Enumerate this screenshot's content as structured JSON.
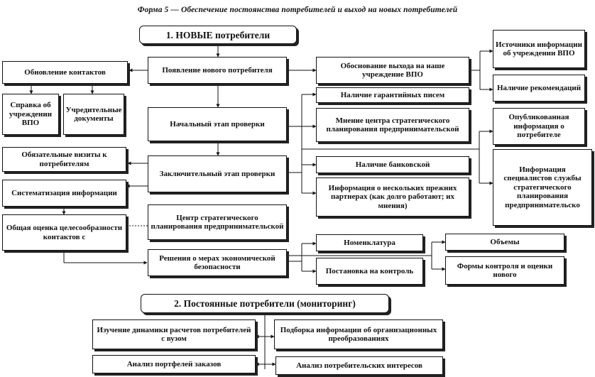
{
  "title": "Форма 5 — Обеспечение постоянства потребителей  и выход на новых потребителей",
  "boxes": {
    "new": "1. НОВЫЕ  потребители",
    "appearance": "Появление нового потребителя",
    "update_contacts": "Обновление контактов",
    "justification": "Обоснование выхода на наше учреждение ВПО",
    "sources": "Источники информации  об учреждении ВПО",
    "recommendations": "Наличие рекомендаций",
    "reference": "Справка об учреждении ВПО",
    "founding_docs": "Учредительные документы",
    "guarantee_letters": "Наличие гарантийных писем",
    "strategic_center_opinion": "Мнение центра стратегического планирования предпринимательской",
    "initial_check": "Начальный этап проверки",
    "published_info": "Опубликованная информация о потребителе",
    "specialists_info": "Информация специалистов службы стратегического планирования предпринимательско",
    "mandatory_visits": "Обязательные визиты к потребителям",
    "bank_presence": "Наличие банковской",
    "final_check": "Заключительный этап проверки",
    "systematization": "Систематизация информации",
    "partners_info": "Информация  о нескольких прежних  партнерах (как долго работают; их мнения)",
    "overall_assessment": "Общая оценка целесообразности контактов с",
    "strategic_center": "Центр стратегического планирования предпринимательской",
    "nomenclature": "Номенклатура",
    "volumes": "Объемы",
    "security_decision": "Решения о мерах экономической безопасности",
    "control_setup": "Постановка на контроль",
    "control_forms": "Формы контроля и оценки нового",
    "permanent": "2. Постоянные потребители (мониторинг)",
    "settlement_dynamics": "Изучение динамики расчетов потребителей с вузом",
    "org_changes": "Подборка информации  об организационных  преобразованиях",
    "order_portfolio": "Анализ портфелей заказов",
    "consumer_interests": "Анализ потребительских интересов"
  }
}
